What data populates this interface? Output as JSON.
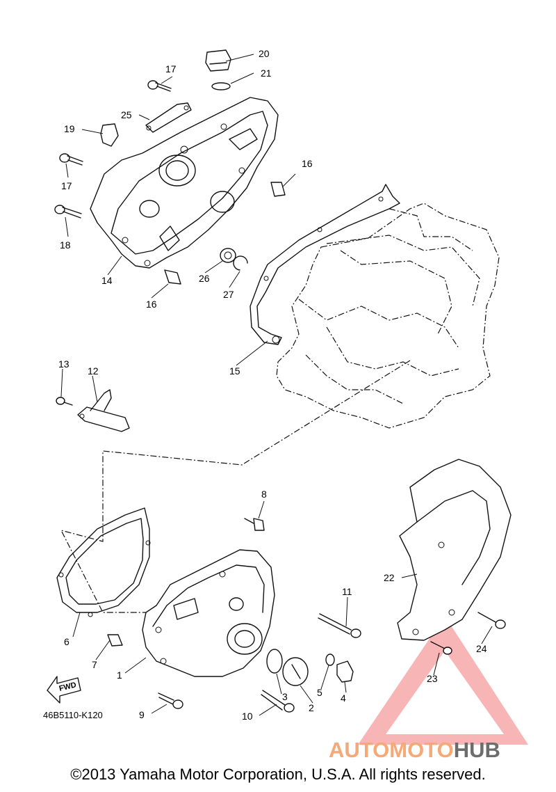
{
  "diagram": {
    "part_code": "46B5110-K120",
    "fwd_label": "FWD",
    "copyright": "©2013 Yamaha Motor Corporation, U.S.A. All rights reserved.",
    "watermark": {
      "brand_prefix": "AUTOMOTO",
      "brand_suffix": "HUB",
      "prefix_color": "#f6a977",
      "suffix_color": "#6d6d6d",
      "triangle_color": "#f7a8a8"
    },
    "callouts": [
      {
        "id": "c1",
        "label": "1"
      },
      {
        "id": "c2",
        "label": "2"
      },
      {
        "id": "c3",
        "label": "3"
      },
      {
        "id": "c4",
        "label": "4"
      },
      {
        "id": "c5",
        "label": "5"
      },
      {
        "id": "c6",
        "label": "6"
      },
      {
        "id": "c7",
        "label": "7"
      },
      {
        "id": "c8",
        "label": "8"
      },
      {
        "id": "c9",
        "label": "9"
      },
      {
        "id": "c10",
        "label": "10"
      },
      {
        "id": "c11",
        "label": "11"
      },
      {
        "id": "c12",
        "label": "12"
      },
      {
        "id": "c13",
        "label": "13"
      },
      {
        "id": "c14",
        "label": "14"
      },
      {
        "id": "c15",
        "label": "15"
      },
      {
        "id": "c16a",
        "label": "16"
      },
      {
        "id": "c16b",
        "label": "16"
      },
      {
        "id": "c17a",
        "label": "17"
      },
      {
        "id": "c17b",
        "label": "17"
      },
      {
        "id": "c18",
        "label": "18"
      },
      {
        "id": "c19",
        "label": "19"
      },
      {
        "id": "c20",
        "label": "20"
      },
      {
        "id": "c21",
        "label": "21"
      },
      {
        "id": "c22",
        "label": "22"
      },
      {
        "id": "c23",
        "label": "23"
      },
      {
        "id": "c24",
        "label": "24"
      },
      {
        "id": "c25",
        "label": "25"
      },
      {
        "id": "c26",
        "label": "26"
      },
      {
        "id": "c27",
        "label": "27"
      }
    ]
  }
}
